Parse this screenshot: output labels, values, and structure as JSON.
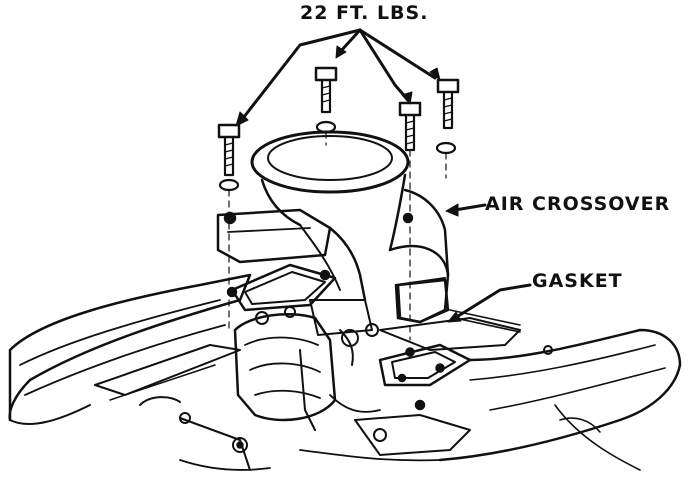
{
  "labels": {
    "torque": "22 FT. LBS.",
    "air_crossover": "AIR CROSSOVER",
    "gasket": "GASKET"
  },
  "colors": {
    "ink": "#111111",
    "paper": "#ffffff"
  }
}
